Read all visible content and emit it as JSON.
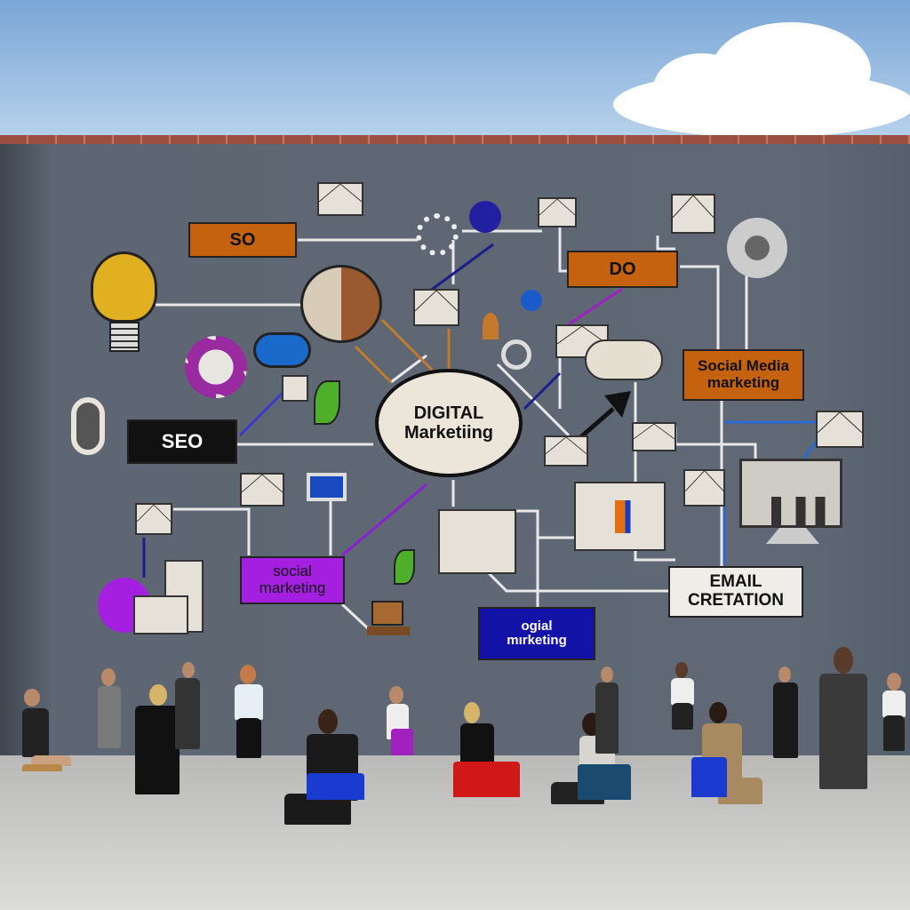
{
  "labels": {
    "so": "SO",
    "do": "DO",
    "seo": "SEO",
    "digital": "DIGITAL",
    "digital_sub": "Marketiing",
    "social_media": "Social Media marketing",
    "social_marketing": "social marketing",
    "ogial": "ogial mırketing",
    "email": "EMAIL CRETATION"
  },
  "colors": {
    "orange": "#c4620f",
    "black": "#111111",
    "purple": "#a51fe0",
    "blue": "#1313a8",
    "paper": "#ece6da"
  }
}
